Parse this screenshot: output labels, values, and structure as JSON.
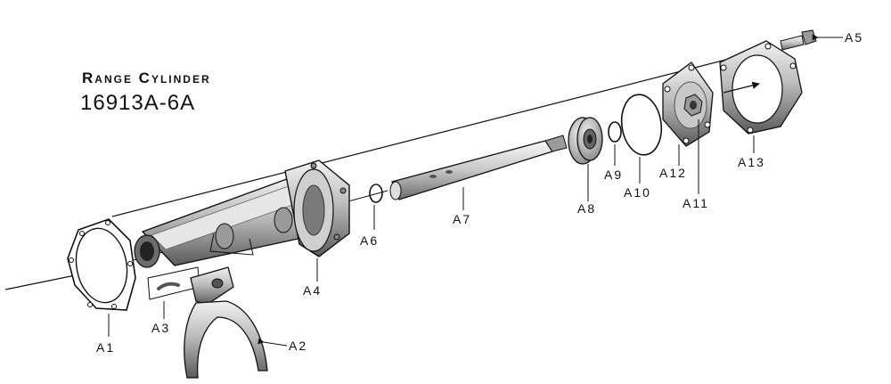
{
  "diagram": {
    "title": "Range Cylinder",
    "part_number": "16913A-6A",
    "callouts": [
      "A1",
      "A2",
      "A3",
      "A4",
      "A5",
      "A6",
      "A7",
      "A8",
      "A9",
      "A10",
      "A11",
      "A12",
      "A13"
    ]
  },
  "colors": {
    "line": "#111111",
    "metal_light": "#d9d9d9",
    "metal_mid": "#9a9a9a",
    "metal_dark": "#4a4a4a"
  }
}
